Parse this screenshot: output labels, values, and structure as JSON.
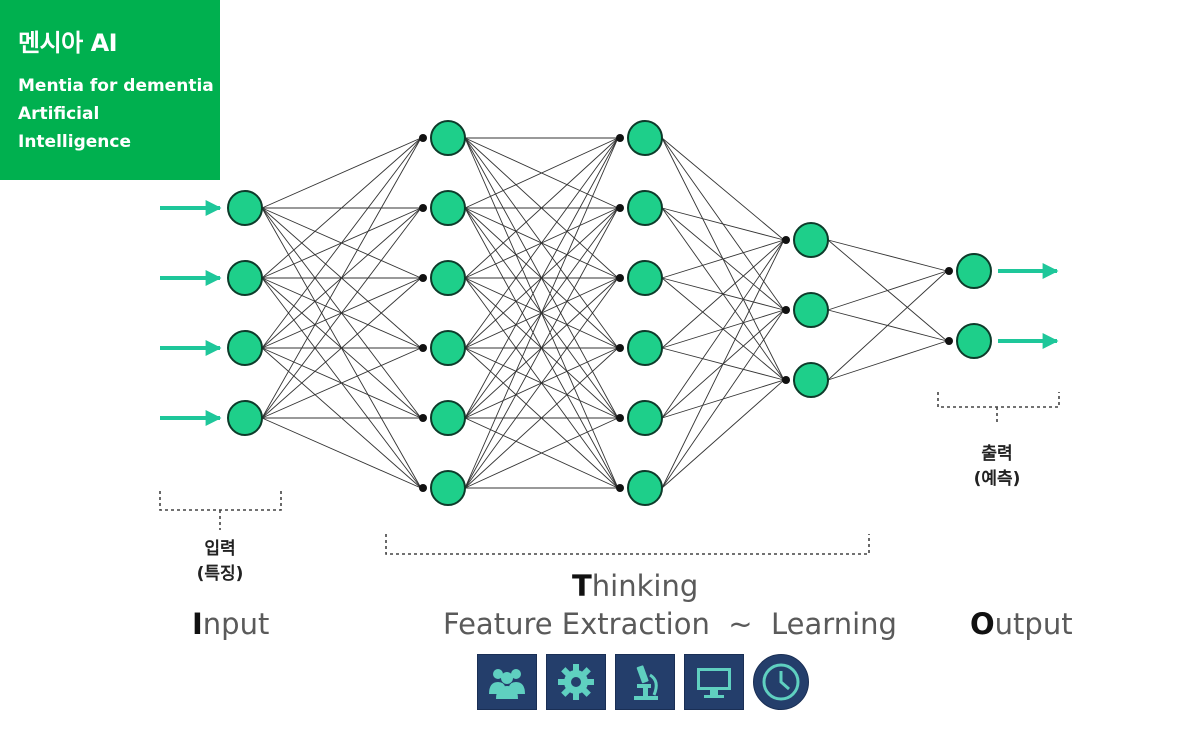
{
  "brand": {
    "title": "멘시아 AI",
    "subtitle_lines": [
      "Mentia for dementia",
      "Artificial",
      "Intelligence"
    ]
  },
  "network": {
    "layers": [
      4,
      6,
      6,
      3,
      2
    ],
    "input_arrows": 4,
    "output_arrows": 2,
    "node_color": "#1ecf8a",
    "arrow_color": "#1ec79a",
    "edge_color": "#333333"
  },
  "labels": {
    "input_ko_1": "입력",
    "input_ko_2": "(특징)",
    "output_ko_1": "출력",
    "output_ko_2": "(예측)",
    "input_en_cap": "I",
    "input_en_rest": "nput",
    "thinking_cap": "T",
    "thinking_rest": "hinking",
    "feature_line": "Feature Extraction  ~  Learning",
    "output_en_cap": "O",
    "output_en_rest": "utput"
  },
  "icons": [
    "people-icon",
    "gear-icon",
    "microscope-icon",
    "monitor-icon",
    "clock-icon"
  ],
  "icon_color": "#5fd0c0"
}
